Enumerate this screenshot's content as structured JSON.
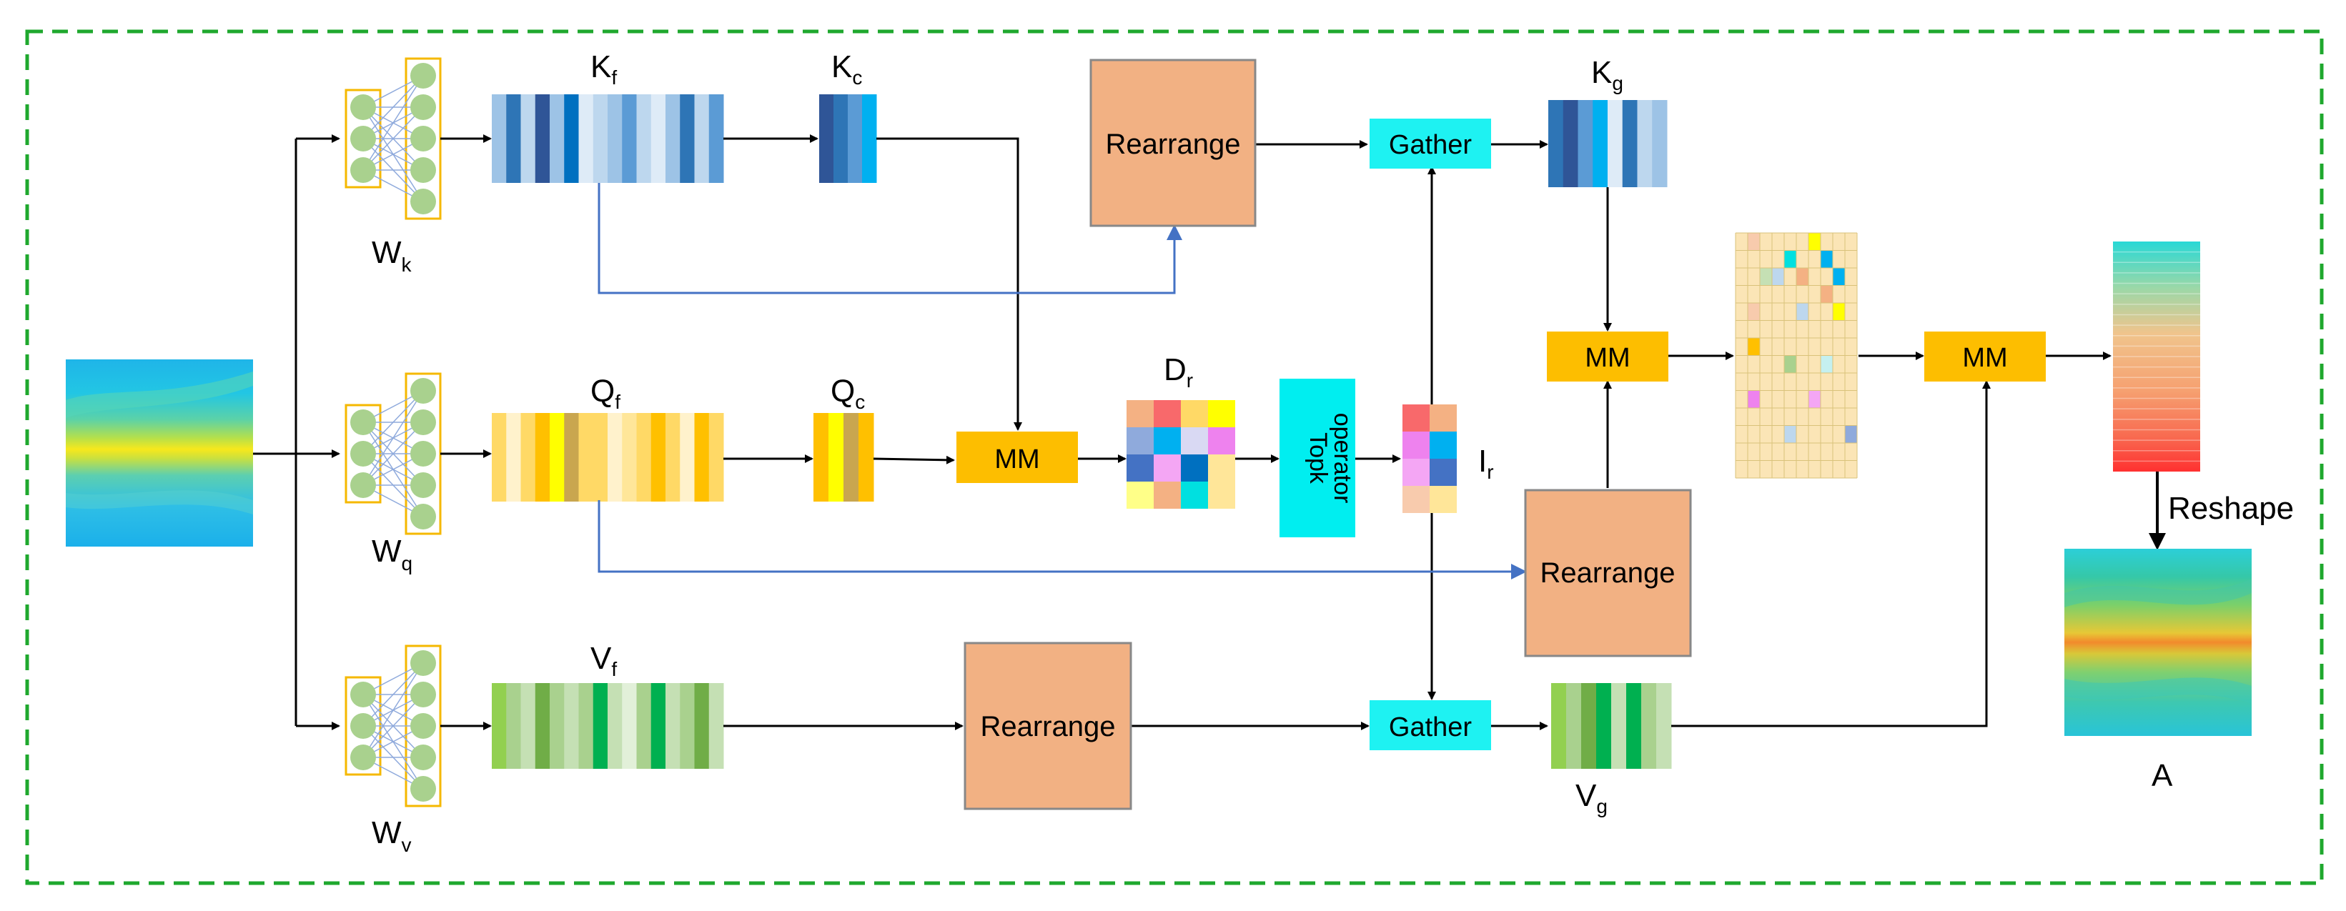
{
  "labels": {
    "wk": "W",
    "wk_sub": "k",
    "wq": "W",
    "wq_sub": "q",
    "wv": "W",
    "wv_sub": "v",
    "kf": "K",
    "kf_sub": "f",
    "kc": "K",
    "kc_sub": "c",
    "kg": "K",
    "kg_sub": "g",
    "qf": "Q",
    "qf_sub": "f",
    "qc": "Q",
    "qc_sub": "c",
    "vf": "V",
    "vf_sub": "f",
    "vg": "V",
    "vg_sub": "g",
    "dr": "D",
    "dr_sub": "r",
    "ir": "I",
    "ir_sub": "r",
    "a": "A"
  },
  "boxes": {
    "rearrange_label": "Rearrange",
    "gather_label": "Gather",
    "mm_label": "MM",
    "topk_line1": "Topk",
    "topk_line2": "operator",
    "reshape_label": "Reshape"
  },
  "colors": {
    "border_dashed": "#1fa82e",
    "rearrange_fill": "#f2b183",
    "gather_fill": "#1ef2f2",
    "mm_fill": "#fdbe00",
    "topk_fill": "#00eef0",
    "neuron_fill": "#a9d18e",
    "layer_frame": "#f5b800",
    "arrow_black": "#000000",
    "arrow_blue": "#4472c4",
    "key_blues": [
      "#9dc3e6",
      "#2e75b6",
      "#bdd7ee",
      "#0070c0",
      "#deebf7",
      "#5b9bd5",
      "#2f5597",
      "#00b0f0"
    ],
    "query_yellows": [
      "#ffe699",
      "#ffc000",
      "#ffff00",
      "#c9a64f",
      "#ffd966",
      "#fff2cc"
    ],
    "value_greens": [
      "#a9d18e",
      "#92d050",
      "#c5e0b4",
      "#00b050",
      "#70ad47",
      "#e2f0d9"
    ]
  }
}
